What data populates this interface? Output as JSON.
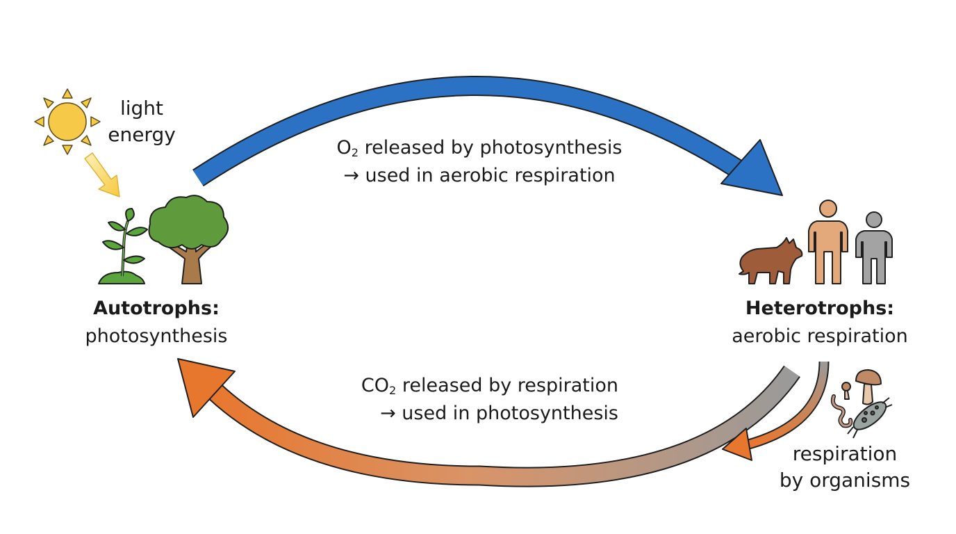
{
  "light": {
    "line1": "light",
    "line2": "energy"
  },
  "autotrophs": {
    "title": "Autotrophs:",
    "process": "photosynthesis"
  },
  "heterotrophs": {
    "title": "Heterotrophs:",
    "process": "aerobic respiration"
  },
  "oxygen_flow": {
    "molecule": "O",
    "subscript": "2",
    "line1_rest": " released by photosynthesis",
    "line2": "→ used in aerobic respiration",
    "color": "#2b72c5"
  },
  "co2_flow": {
    "molecule": "CO",
    "subscript": "2",
    "line1_rest": " released by respiration",
    "line2": "→ used in photosynthesis",
    "color_start": "#e8772e",
    "color_end": "#9a9a9a"
  },
  "decomposers": {
    "line1": "respiration",
    "line2": "by organisms"
  },
  "icons": [
    "sun-icon",
    "light-ray-icon",
    "seedling-icon",
    "tree-icon",
    "dog-icon",
    "adult-person-icon",
    "child-person-icon",
    "mushroom-icon",
    "worm-icon",
    "bacterium-icon"
  ]
}
